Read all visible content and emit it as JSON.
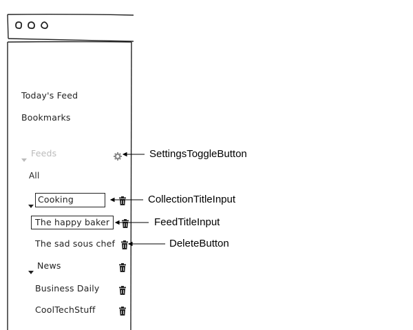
{
  "sidebar": {
    "nav": [
      "Today's Feed",
      "Bookmarks"
    ],
    "feeds_header": "Feeds",
    "all_label": "All",
    "collections": [
      {
        "title": "Cooking",
        "feeds": [
          "The happy baker",
          "The sad sous chef"
        ]
      },
      {
        "title": "News",
        "feeds": [
          "Business Daily",
          "CoolTechStuff"
        ]
      }
    ]
  },
  "annotations": {
    "settings": "SettingsToggleButton",
    "collection_title": "CollectionTitleInput",
    "feed_title": "FeedTitleInput",
    "delete": "DeleteButton"
  },
  "colors": {
    "ink": "#222222",
    "muted": "#bbbbbb",
    "icon_gray": "#8a8a8a"
  }
}
